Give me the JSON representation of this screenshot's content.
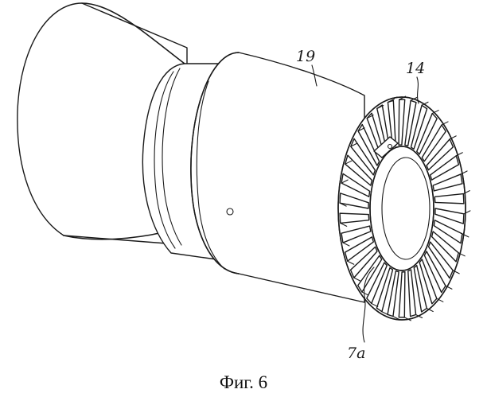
{
  "figure": {
    "caption": "Фиг. 6",
    "labels": {
      "housing": "19",
      "fins": "14",
      "inner_ring": "7a"
    }
  },
  "colors": {
    "ink": "#1a1a1a",
    "paper": "#ffffff"
  }
}
